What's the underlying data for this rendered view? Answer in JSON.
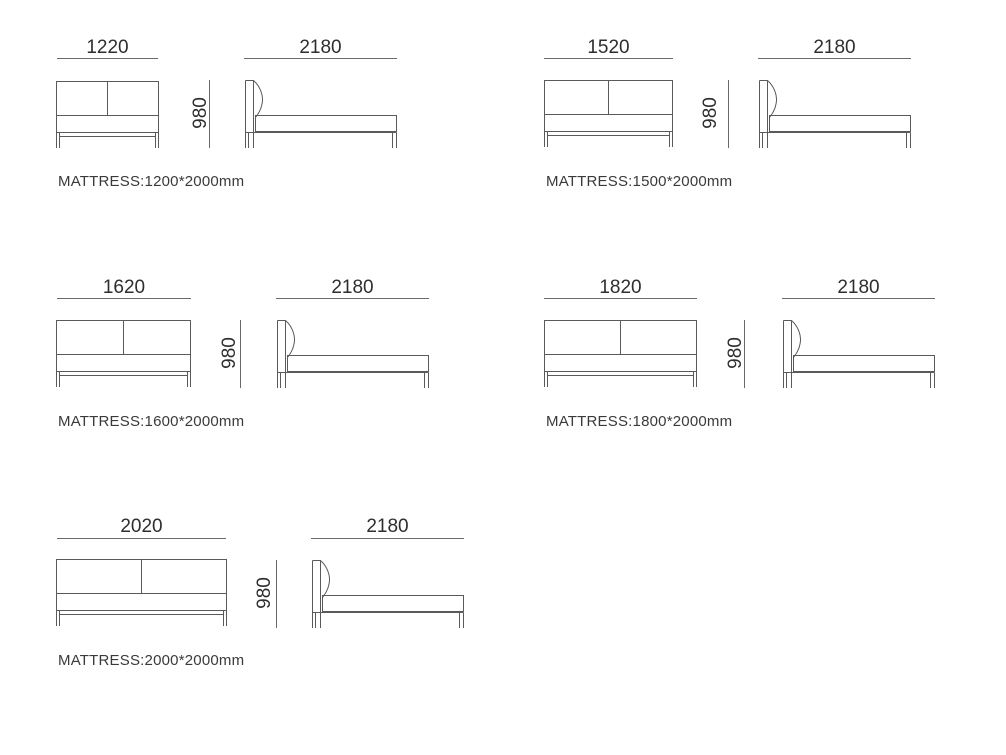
{
  "variants": [
    {
      "front_width": "1220",
      "side_length": "2180",
      "height": "980",
      "mattress": "MATTRESS:1200*2000mm"
    },
    {
      "front_width": "1520",
      "side_length": "2180",
      "height": "980",
      "mattress": "MATTRESS:1500*2000mm"
    },
    {
      "front_width": "1620",
      "side_length": "2180",
      "height": "980",
      "mattress": "MATTRESS:1600*2000mm"
    },
    {
      "front_width": "1820",
      "side_length": "2180",
      "height": "980",
      "mattress": "MATTRESS:1800*2000mm"
    },
    {
      "front_width": "2020",
      "side_length": "2180",
      "height": "980",
      "mattress": "MATTRESS:2000*2000mm"
    }
  ],
  "colors": {
    "line": "#5a5a5a",
    "text": "#2e2e2e"
  }
}
